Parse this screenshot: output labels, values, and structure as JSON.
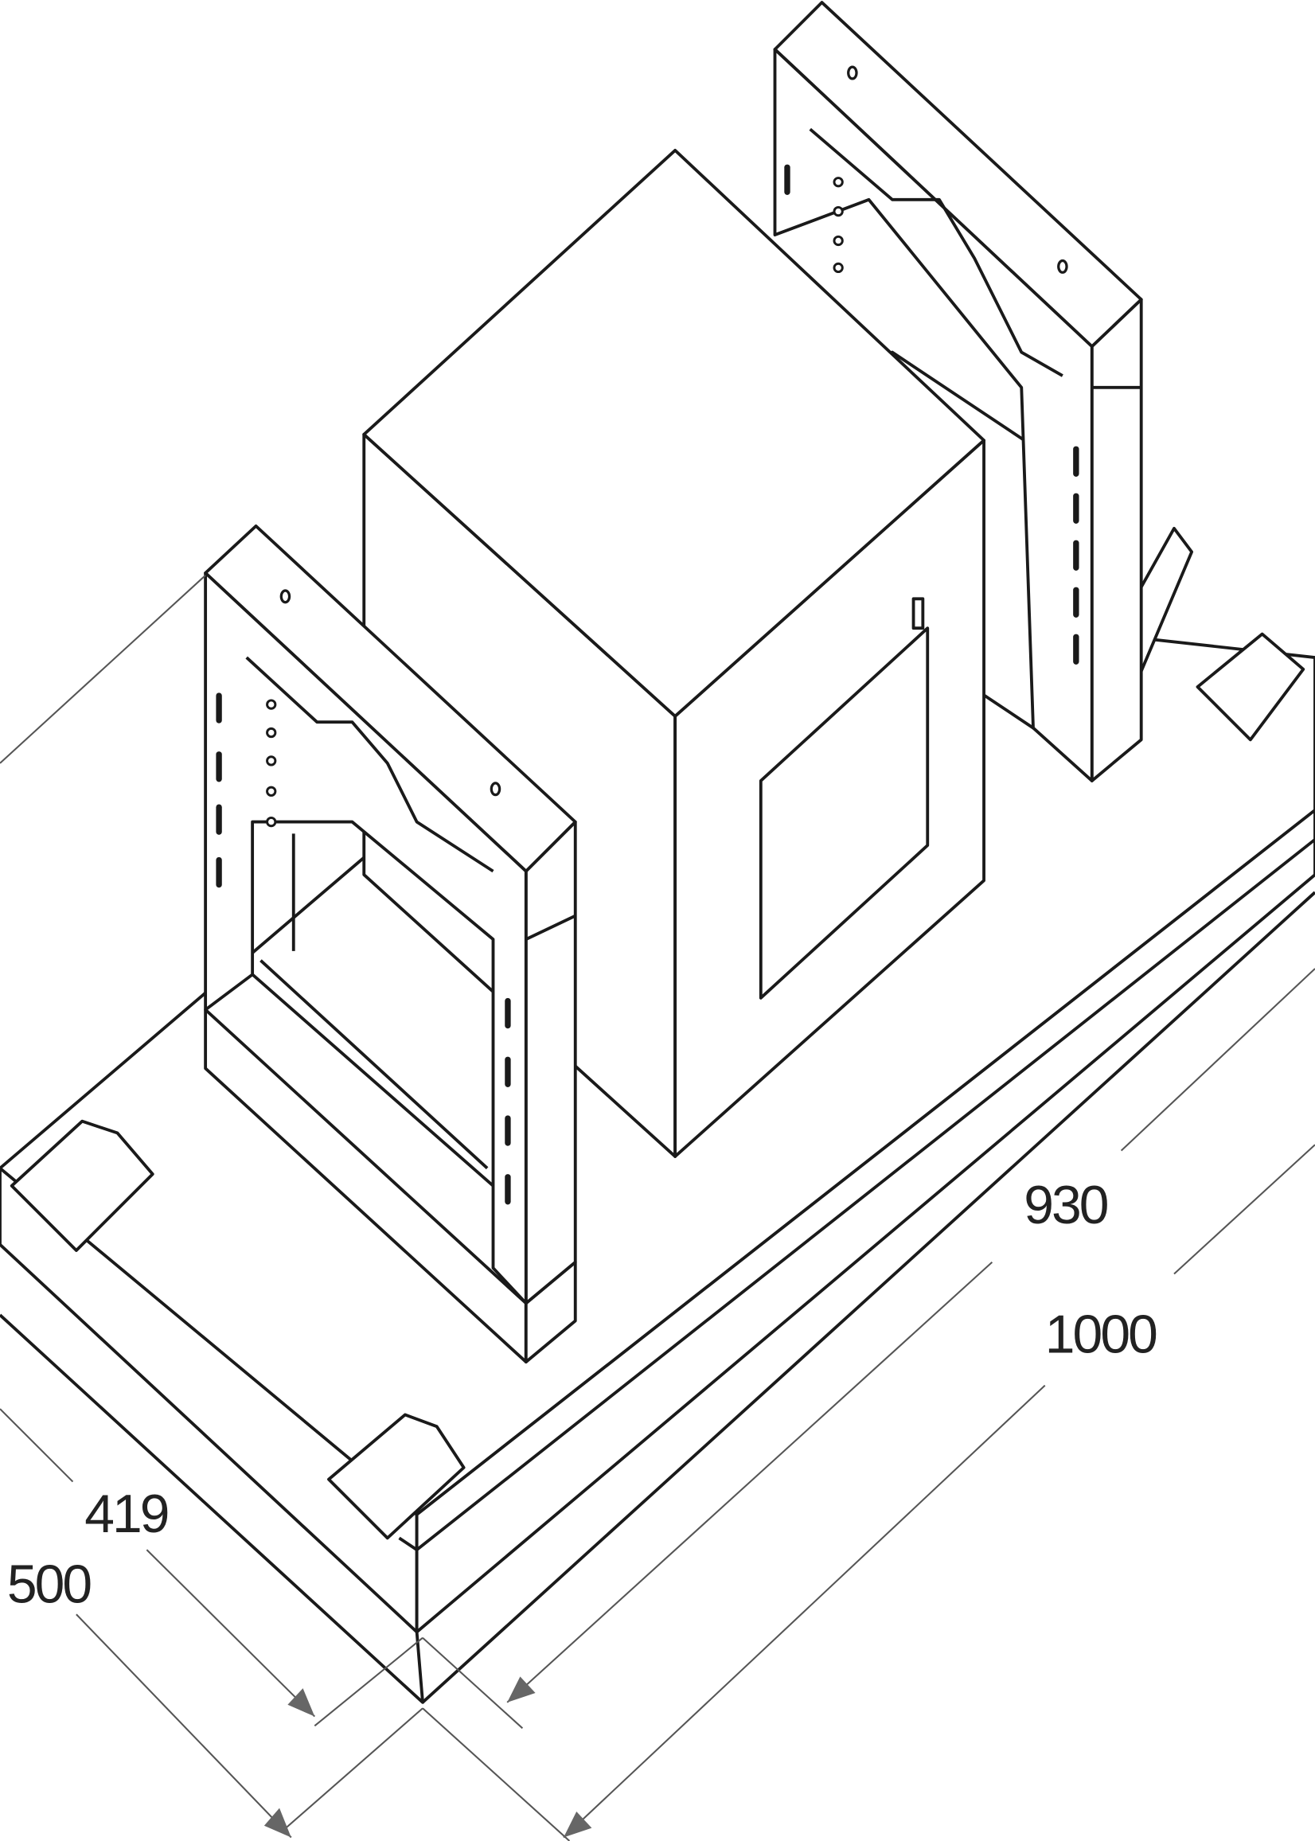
{
  "title": "Range hood installation dimensions (isometric)",
  "dimensions": {
    "length_inner": "930",
    "length_outer": "1000",
    "depth_inner": "419",
    "depth_outer": "500"
  },
  "colors": {
    "line": "#1a1a1a",
    "dimension": "#555555",
    "background": "#ffffff"
  }
}
